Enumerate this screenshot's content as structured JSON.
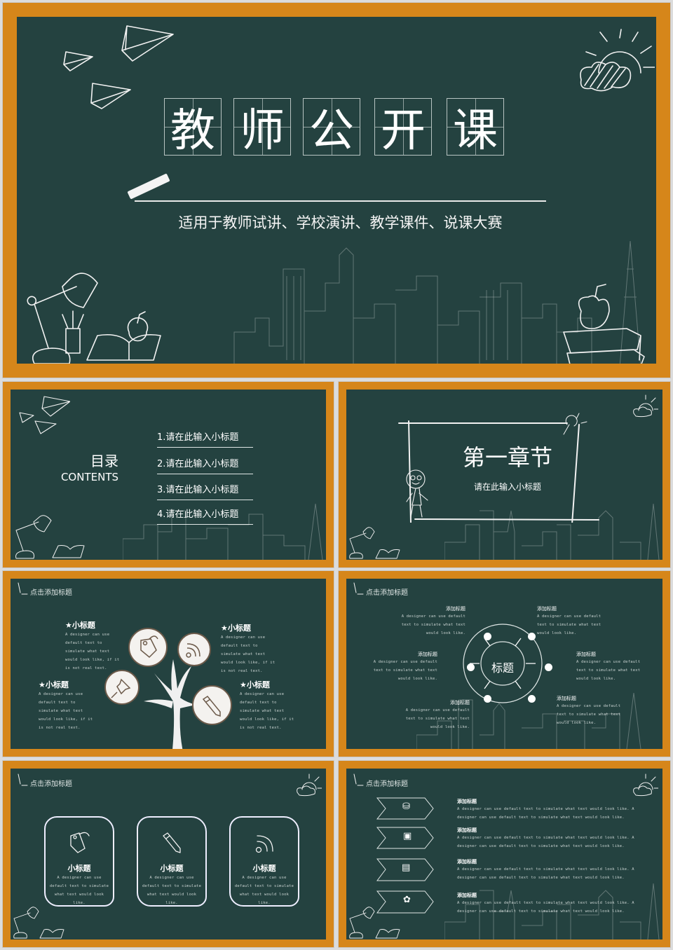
{
  "slide1": {
    "title_chars": [
      "教",
      "师",
      "公",
      "开",
      "课"
    ],
    "subtitle": "适用于教师试讲、学校演讲、教学课件、说课大赛",
    "colors": {
      "frame": "#d6861a",
      "board": "#244240",
      "chalk": "#ffffff"
    }
  },
  "slide2": {
    "heading_cn": "目录",
    "heading_en": "CONTENTS",
    "items": [
      "1.请在此输入小标题",
      "2.请在此输入小标题",
      "3.请在此输入小标题",
      "4.请在此输入小标题"
    ]
  },
  "slide3": {
    "chapter": "第一章节",
    "subtitle": "请在此输入小标题"
  },
  "slide4": {
    "header": "点击添加标题",
    "blocks": [
      {
        "title": "小标题",
        "text": "A designer can use default text to simulate what text would look like, if it is not real text."
      },
      {
        "title": "小标题",
        "text": "A designer can use default text to simulate what text would look like, if it is not real text."
      },
      {
        "title": "小标题",
        "text": "A designer can use default text to simulate what text would look like, if it is not real text."
      },
      {
        "title": "小标题",
        "text": "A designer can use default text to simulate what text would look like, if it is not real text."
      }
    ],
    "icons": [
      "tag-icon",
      "rss-icon",
      "pushpin-icon",
      "pencil-icon"
    ]
  },
  "slide5": {
    "header": "点击添加标题",
    "center": "标题",
    "blocks": [
      {
        "title": "添加标题",
        "text": "A designer can use default text to simulate what text would look like."
      },
      {
        "title": "添加标题",
        "text": "A designer can use default text to simulate what text would look like."
      },
      {
        "title": "添加标题",
        "text": "A designer can use default text to simulate what text would look like."
      },
      {
        "title": "添加标题",
        "text": "A designer can use default text to simulate what text would look like."
      },
      {
        "title": "添加标题",
        "text": "A designer can use default text to simulate what text would look like."
      },
      {
        "title": "添加标题",
        "text": "A designer can use default text to simulate what text would look like."
      }
    ]
  },
  "slide6": {
    "header": "点击添加标题",
    "cards": [
      {
        "title": "小标题",
        "text": "A designer can use default text to simulate what text would look like.",
        "icon": "tag-icon"
      },
      {
        "title": "小标题",
        "text": "A designer can use default text to simulate what text would look like.",
        "icon": "pencil-icon"
      },
      {
        "title": "小标题",
        "text": "A designer can use default text to simulate what text would look like.",
        "icon": "rss-icon"
      }
    ]
  },
  "slide7": {
    "header": "点击添加标题",
    "rows": [
      {
        "title": "添加标题",
        "text": "A designer can use default text to simulate what text would look like. A designer can use default text to simulate what text would look like.",
        "icon": "ink-bottle-icon"
      },
      {
        "title": "添加标题",
        "text": "A designer can use default text to simulate what text would look like. A designer can use default text to simulate what text would look like.",
        "icon": "schoolbag-icon"
      },
      {
        "title": "添加标题",
        "text": "A designer can use default text to simulate what text would look like. A designer can use default text to simulate what text would look like.",
        "icon": "calculator-icon"
      },
      {
        "title": "添加标题",
        "text": "A designer can use default text to simulate what text would look like. A designer can use default text to simulate what text would look like.",
        "icon": "globe-icon"
      }
    ]
  }
}
